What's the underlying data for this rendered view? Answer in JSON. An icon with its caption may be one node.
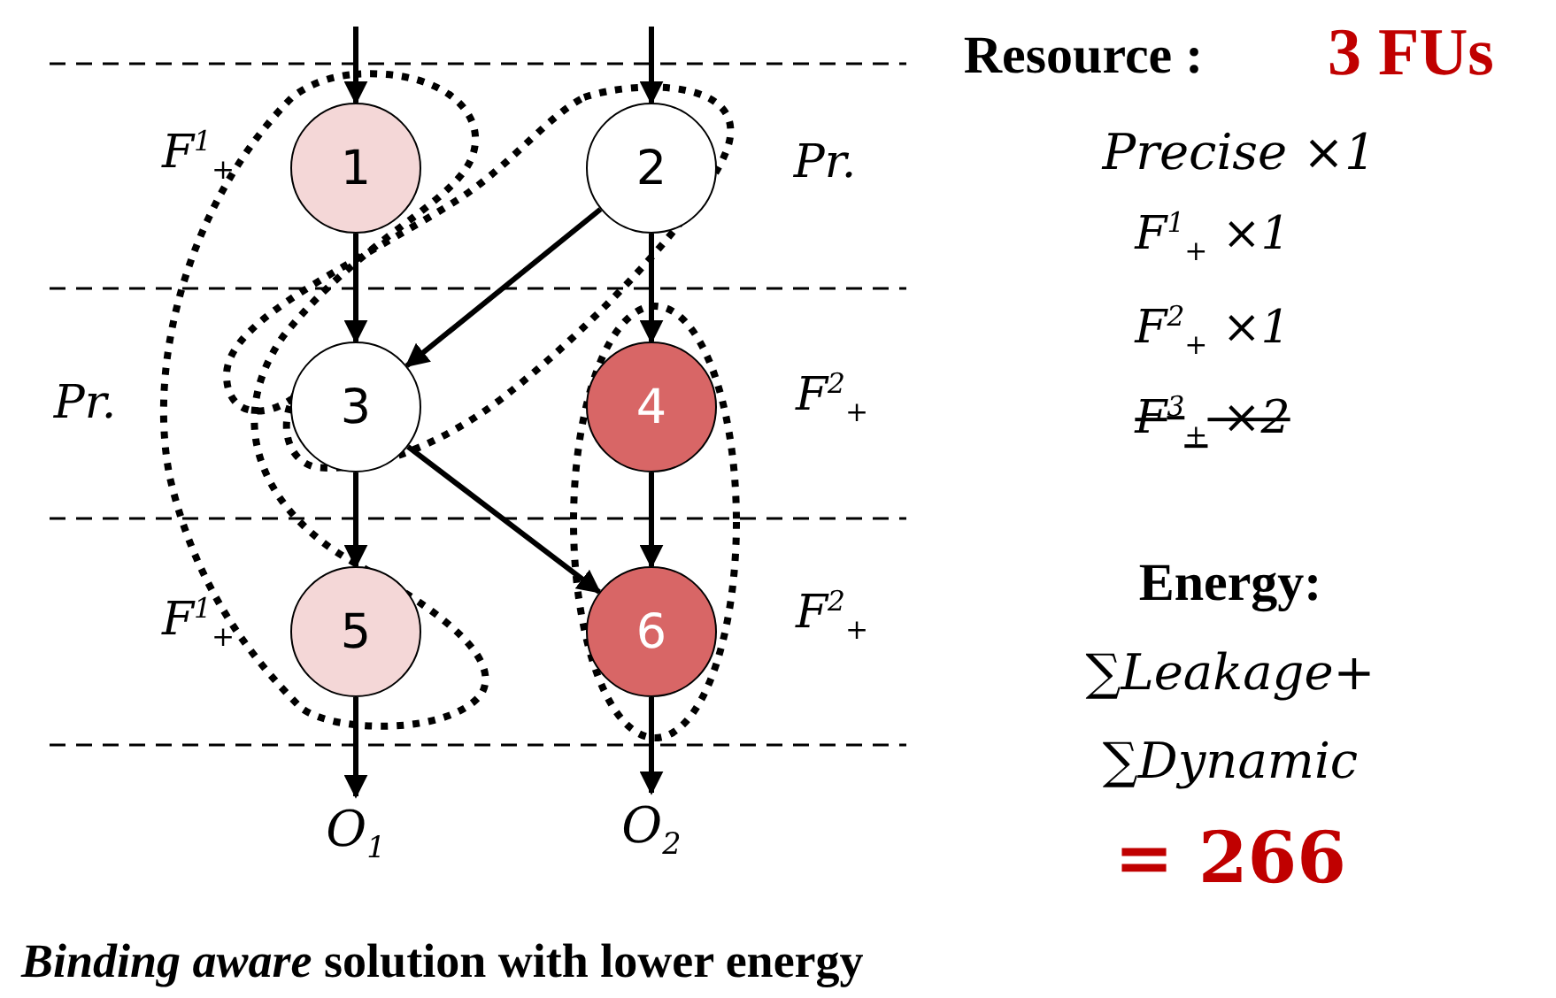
{
  "diagram": {
    "caption": "*Binding aware* solution with lower energy",
    "nodes": [
      {
        "text": [
          "1"
        ]
      },
      {
        "text": [
          "2"
        ]
      },
      {
        "text": [
          "3"
        ]
      },
      {
        "text": [
          "4"
        ]
      },
      {
        "text": [
          "5"
        ]
      },
      {
        "text": [
          "6"
        ]
      },
      {
        "text": [
          "O$_{1}$"
        ]
      },
      {
        "text": [
          "O$_{2}$"
        ]
      }
    ],
    "edges": [
      {
        "from": null,
        "to": 0,
        "arrow": "to"
      },
      {
        "from": null,
        "to": 1,
        "arrow": "to"
      },
      {
        "from": 0,
        "to": 2,
        "arrow": "to"
      },
      {
        "from": 1,
        "to": 2,
        "arrow": "to"
      },
      {
        "from": 1,
        "to": 3,
        "arrow": "to"
      },
      {
        "from": 2,
        "to": 4,
        "arrow": "to"
      },
      {
        "from": 2,
        "to": 5,
        "arrow": "to"
      },
      {
        "from": 3,
        "to": 5,
        "arrow": "to"
      },
      {
        "from": 4,
        "to": 6,
        "arrow": "to"
      },
      {
        "from": 5,
        "to": 7,
        "arrow": "to"
      }
    ],
    "labels": [
      "F$^{1}$$_{+}$",
      "Pr.",
      "Pr.",
      "F$^{2}$$_{+}$",
      "F$^{1}$$_{+}$",
      "F$^{2}$$_{+}$",
      "Resource :",
      "3 FUs",
      "Precise ×1",
      "F$^{1}$$_{+}$ ×1",
      "F$^{2}$$_{+}$ ×1",
      "F$^{3}$$_{+}$ ×2",
      "Energy:",
      "∑Leakage+",
      "∑Dynamic",
      "= 266"
    ]
  }
}
